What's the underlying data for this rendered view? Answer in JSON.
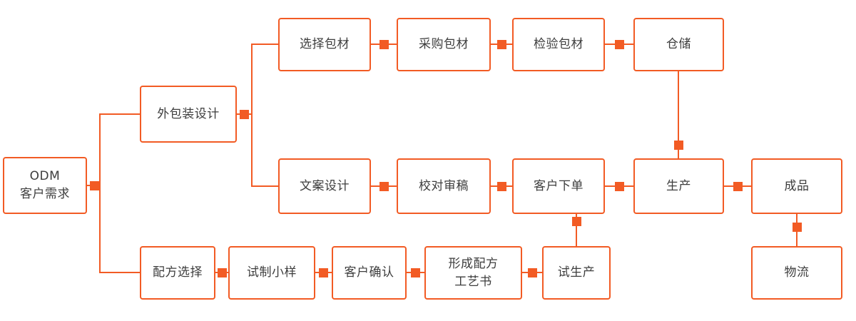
{
  "colors": {
    "accent": "#F25B24",
    "text": "#3D3D3D",
    "background": "#FFFFFF"
  },
  "nodes": {
    "odm": {
      "label": "ODM\n客户需求"
    },
    "packaging_design": {
      "label": "外包装设计"
    },
    "select_packaging": {
      "label": "选择包材"
    },
    "purchase_packaging": {
      "label": "采购包材"
    },
    "inspect_packaging": {
      "label": "检验包材"
    },
    "warehouse": {
      "label": "仓储"
    },
    "copy_design": {
      "label": "文案设计"
    },
    "proofread": {
      "label": "校对审稿"
    },
    "customer_order": {
      "label": "客户下单"
    },
    "production": {
      "label": "生产"
    },
    "finished_product": {
      "label": "成品"
    },
    "formula_selection": {
      "label": "配方选择"
    },
    "trial_sample": {
      "label": "试制小样"
    },
    "customer_confirm": {
      "label": "客户确认"
    },
    "formula_process_book": {
      "label": "形成配方\n工艺书"
    },
    "trial_production": {
      "label": "试生产"
    },
    "logistics": {
      "label": "物流"
    }
  },
  "edges": [
    {
      "from": "odm",
      "to": "packaging_design"
    },
    {
      "from": "odm",
      "to": "formula_selection"
    },
    {
      "from": "packaging_design",
      "to": "select_packaging"
    },
    {
      "from": "packaging_design",
      "to": "copy_design"
    },
    {
      "from": "select_packaging",
      "to": "purchase_packaging"
    },
    {
      "from": "purchase_packaging",
      "to": "inspect_packaging"
    },
    {
      "from": "inspect_packaging",
      "to": "warehouse"
    },
    {
      "from": "warehouse",
      "to": "production"
    },
    {
      "from": "copy_design",
      "to": "proofread"
    },
    {
      "from": "proofread",
      "to": "customer_order"
    },
    {
      "from": "customer_order",
      "to": "production"
    },
    {
      "from": "production",
      "to": "finished_product"
    },
    {
      "from": "finished_product",
      "to": "logistics"
    },
    {
      "from": "formula_selection",
      "to": "trial_sample"
    },
    {
      "from": "trial_sample",
      "to": "customer_confirm"
    },
    {
      "from": "customer_confirm",
      "to": "formula_process_book"
    },
    {
      "from": "formula_process_book",
      "to": "trial_production"
    },
    {
      "from": "trial_production",
      "to": "customer_order"
    }
  ]
}
